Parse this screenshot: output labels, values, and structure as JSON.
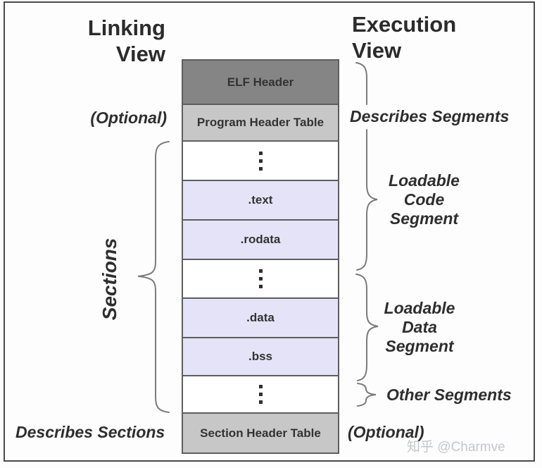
{
  "titles": {
    "linking": [
      "Linking",
      "View"
    ],
    "execution": [
      "Execution",
      "View"
    ]
  },
  "left_labels": {
    "optional": "(Optional)",
    "sections": "Sections",
    "describes_sections": "Describes Sections"
  },
  "right_labels": {
    "describes_segments": "Describes Segments",
    "loadable_code": [
      "Loadable",
      "Code",
      "Segment"
    ],
    "loadable_data": [
      "Loadable",
      "Data",
      "Segment"
    ],
    "other_segments": "Other Segments",
    "optional": "(Optional)"
  },
  "stack": {
    "rows": [
      {
        "label": "ELF Header",
        "type": "header-dark"
      },
      {
        "label": "Program Header Table",
        "type": "table-gray"
      },
      {
        "label": "⋮",
        "type": "ellipsis"
      },
      {
        "label": ".text",
        "type": "section-lavender"
      },
      {
        "label": ".rodata",
        "type": "section-lavender"
      },
      {
        "label": "⋮",
        "type": "ellipsis"
      },
      {
        "label": ".data",
        "type": "section-lavender"
      },
      {
        "label": ".bss",
        "type": "section-lavender"
      },
      {
        "label": "⋮",
        "type": "ellipsis"
      },
      {
        "label": "Section Header Table",
        "type": "table-gray"
      }
    ]
  },
  "watermark": "知乎 @Charmve",
  "colors": {
    "elf_header_bg": "#858585",
    "header_table_bg": "#c7c7c7",
    "section_bg": "#e4e3f8",
    "box_border": "#5e5e5e",
    "brace": "#7b7b7b",
    "label_text": "#2e2e2e",
    "watermark_text": "#c5c7cb"
  }
}
